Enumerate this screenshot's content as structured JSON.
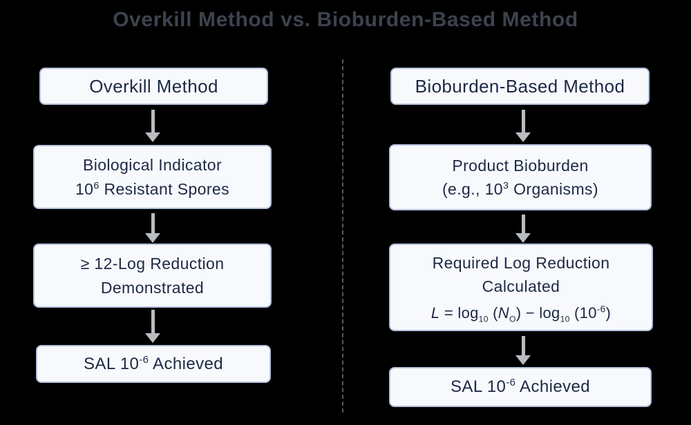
{
  "title": "Overkill Method vs. Bioburden-Based Method",
  "colors": {
    "background": "#000000",
    "box_fill": "#f7f9fc",
    "box_border": "#b5c0dc",
    "box_text": "#1d2944",
    "title_text": "#3d434e",
    "arrow": "#b9bcc0",
    "divider": "#9aa2ae"
  },
  "left": {
    "header": "Overkill Method",
    "indicator_box": {
      "line1": "Biological Indicator",
      "line2_pre": "10",
      "line2_sup": "6",
      "line2_post": " Resistant Spores"
    },
    "reduction_box": {
      "line1": "≥ 12-Log Reduction",
      "line2": "Demonstrated"
    },
    "sal_box": {
      "pre": "SAL 10",
      "sup": "-6",
      "post": " Achieved"
    }
  },
  "right": {
    "header": "Bioburden-Based Method",
    "bioburden_box": {
      "line1": "Product Bioburden",
      "line2_pre": "(e.g., 10",
      "line2_sup": "3",
      "line2_post": " Organisms)"
    },
    "calc_box": {
      "line1": "Required Log Reduction",
      "line2": "Calculated",
      "formula": {
        "var": "L",
        "eq": " = log",
        "sub1": "10",
        "open1": " (",
        "n": "N",
        "nsub": "O",
        "mid": ") − log",
        "sub2": "10",
        "open2": " (10",
        "sup": "-6",
        "close": ")"
      }
    },
    "sal_box": {
      "pre": "SAL 10",
      "sup": "-6",
      "post": " Achieved"
    }
  }
}
